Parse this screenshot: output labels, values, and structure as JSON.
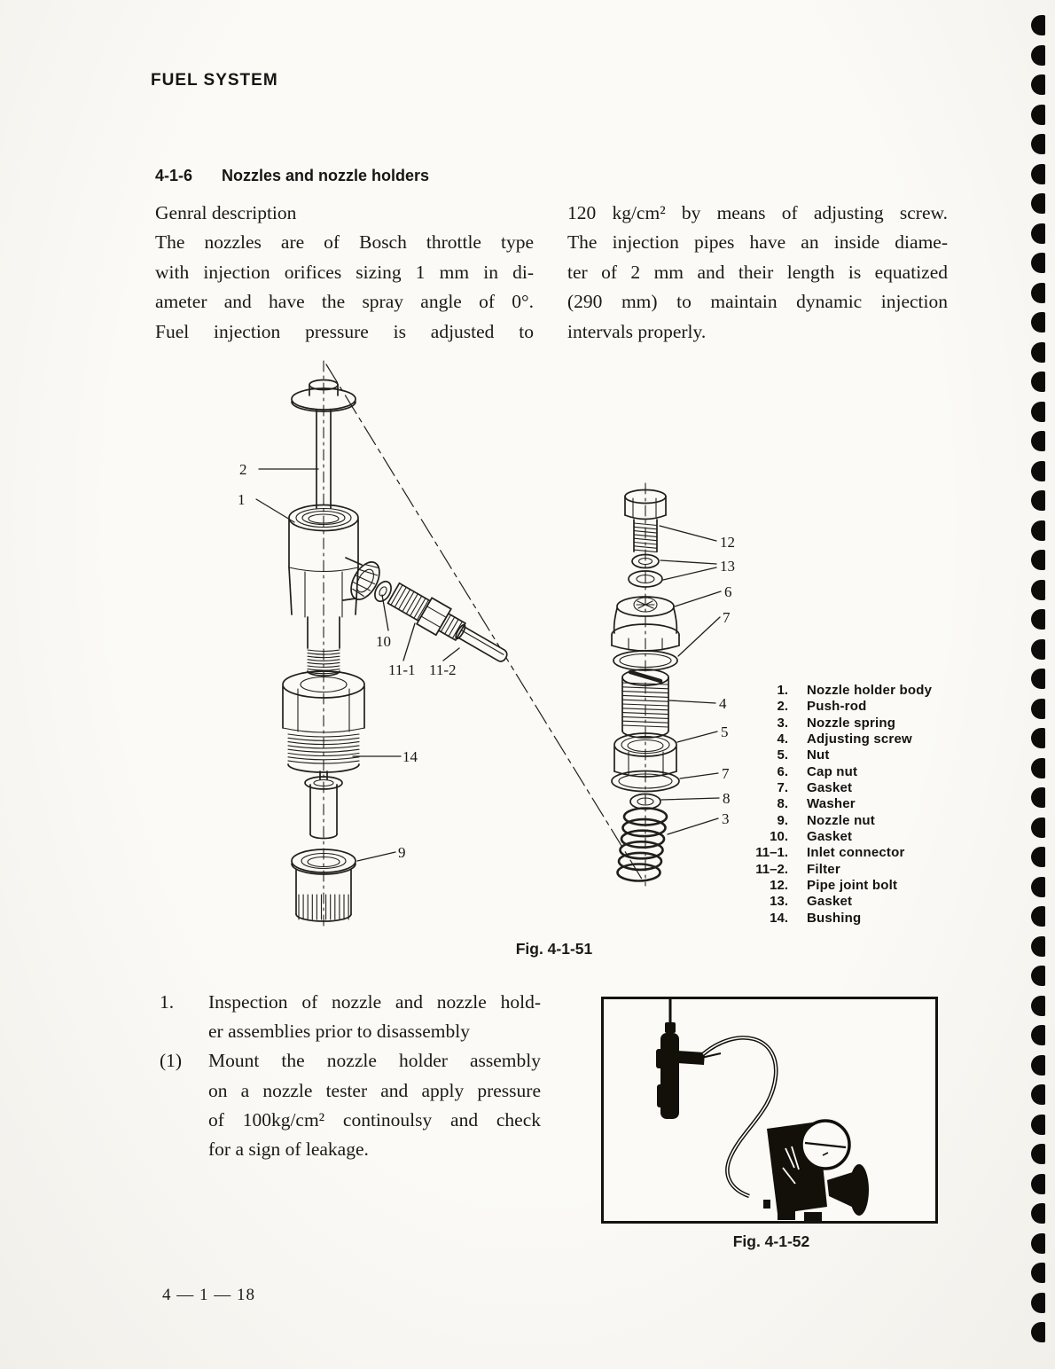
{
  "page": {
    "header": "FUEL SYSTEM",
    "page_number": "4 — 1 — 18"
  },
  "section": {
    "number": "4-1-6",
    "title": "Nozzles and nozzle holders"
  },
  "intro": {
    "left_lines": [
      "Genral description",
      "The nozzles are of Bosch throttle type",
      "with injection orifices sizing 1 mm in di-",
      "ameter and have the spray angle of 0°.",
      "Fuel injection pressure is adjusted to"
    ],
    "right_lines": [
      "120 kg/cm² by means of adjusting screw.",
      "The injection pipes have an inside diame-",
      "ter of 2 mm and their length is equatized",
      "(290 mm) to maintain dynamic injection",
      "intervals properly."
    ]
  },
  "figure1": {
    "caption": "Fig. 4-1-51",
    "callouts": {
      "c1": "1",
      "c2": "2",
      "c3": "3",
      "c4": "4",
      "c5": "5",
      "c6": "6",
      "c7a": "7",
      "c7b": "7",
      "c8": "8",
      "c9": "9",
      "c10": "10",
      "c11_1": "11-1",
      "c11_2": "11-2",
      "c12": "12",
      "c13": "13",
      "c14": "14"
    },
    "parts_list": [
      {
        "num": "1.",
        "name": "Nozzle holder body"
      },
      {
        "num": "2.",
        "name": "Push-rod"
      },
      {
        "num": "3.",
        "name": "Nozzle spring"
      },
      {
        "num": "4.",
        "name": "Adjusting screw"
      },
      {
        "num": "5.",
        "name": "Nut"
      },
      {
        "num": "6.",
        "name": "Cap nut"
      },
      {
        "num": "7.",
        "name": "Gasket"
      },
      {
        "num": "8.",
        "name": "Washer"
      },
      {
        "num": "9.",
        "name": "Nozzle nut"
      },
      {
        "num": "10.",
        "name": "Gasket"
      },
      {
        "num": "11–1.",
        "name": "Inlet connector"
      },
      {
        "num": "11–2.",
        "name": "Filter"
      },
      {
        "num": "12.",
        "name": "Pipe joint bolt"
      },
      {
        "num": "13.",
        "name": "Gasket"
      },
      {
        "num": "14.",
        "name": "Bushing"
      }
    ]
  },
  "inspection": {
    "items": [
      {
        "marker": "1.",
        "lines": [
          "Inspection of nozzle and nozzle hold-",
          "er assemblies prior to disassembly"
        ]
      },
      {
        "marker": "(1)",
        "lines": [
          "Mount the nozzle holder assembly",
          "on a nozzle tester and apply pressure",
          "of 100kg/cm² continoulsy and check",
          "for a sign of leakage."
        ]
      }
    ]
  },
  "figure2": {
    "caption": "Fig. 4-1-52"
  }
}
